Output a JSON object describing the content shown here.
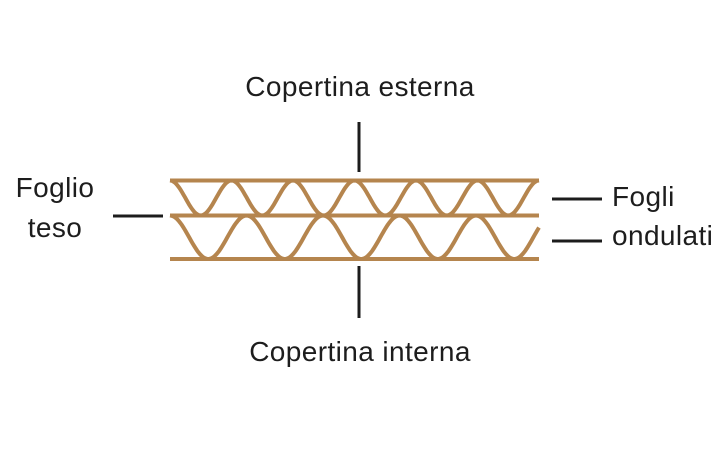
{
  "diagram": {
    "title_hint": "Struttura del cartone ondulato",
    "labels": {
      "top": "Copertina esterna",
      "bottom": "Copertina interna",
      "left_line1": "Foglio",
      "left_line2": "teso",
      "right_line1": "Fogli",
      "right_line2": "ondulati"
    },
    "colors": {
      "cardboard": "#b5854e",
      "pointer": "#1c1c1c",
      "text": "#1d1d1d",
      "background": "#ffffff"
    }
  }
}
